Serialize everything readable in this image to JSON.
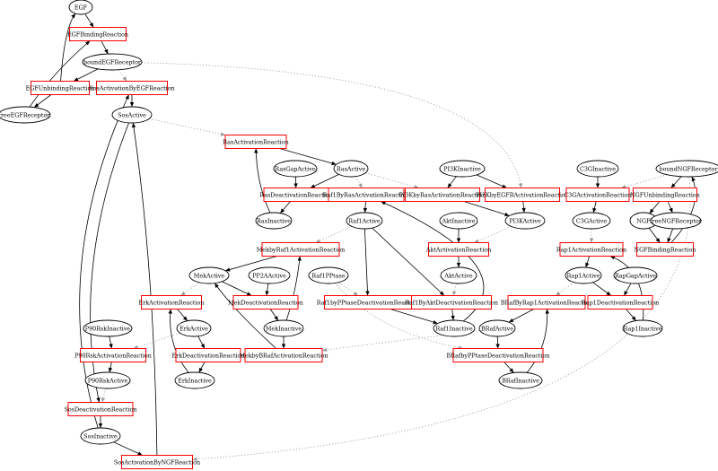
{
  "colors": {
    "species_border": "#000000",
    "reaction_border": "#ff0000",
    "dotted_edge": "#999999"
  },
  "species": {
    "EGF": "EGF",
    "boundEGFReceptor": "boundEGFReceptor",
    "freeEGFReceptor": "freeEGFReceptor",
    "SosActive": "SosActive",
    "RasGapActive": "RasGapActive",
    "RasActive": "RasActive",
    "RasInactive": "RasInactive",
    "PI3KInactive": "PI3KInactive",
    "PI3KActive": "PI3KActive",
    "Raf1Active": "Raf1Active",
    "AktInactive": "AktInactive",
    "AktActive": "AktActive",
    "C3GInactive": "C3GInactive",
    "C3GActive": "C3GActive",
    "boundNGFReceptor": "boundNGFReceptor",
    "NGF": "NGF",
    "freeNGFReceptor": "freeNGFReceptor",
    "MekActive": "MekActive",
    "PP2AActive": "PP2AActive",
    "Raf1PPtase": "Raf1PPtase",
    "Rap1Active": "Rap1Active",
    "RapGapActive": "RapGapActive",
    "ErkActive": "ErkActive",
    "MekInactive": "MekInactive",
    "Raf1Inactive": "Raf1Inactive",
    "BRafActive": "BRafActive",
    "Rap1Inactive": "Rap1Inactive",
    "P90RskInactive": "P90RskInactive",
    "P90RskActive": "P90RskActive",
    "ErkInactive": "ErkInactive",
    "BRafInactive": "BRafInactive",
    "SosInactive": "SosInactive"
  },
  "reactions": {
    "EGFBindingReaction": "EGFBindingReaction",
    "EGFUnbindingReaction": "EGFUnbindingReaction",
    "SosActivationByEGFReaction": "SosActivationByEGFReaction",
    "RasActivationReaction": "RasActivationReaction",
    "RasDeactivationReaction": "RasDeactivationReaction",
    "Raf1ByRasActivationReaction": "Raf1ByRasActivationReaction",
    "PI3KbyRasActivationReaction": "PI3KbyRasActivationReaction",
    "PI3KbyEGFRActivationReaction": "PI3KbyEGFRActivationReaction",
    "C3GActivationReaction": "C3GActivationReaction",
    "NGFUnbindingReaction": "NGFUnbindingReaction",
    "MekbyRaf1ActivationReaction": "MekbyRaf1ActivationReaction",
    "AktActivationReaction": "AktActivationReaction",
    "Rap1ActivationReaction": "Rap1ActivationReaction",
    "NGFBindingReaction": "NGFBindingReaction",
    "ErkActivationReaction": "ErkActivationReaction",
    "MekDeactivationReaction": "MekDeactivationReaction",
    "Raf1byPPtaseDeactivationReaction": "Raf1byPPtaseDeactivationReaction",
    "Raf1ByAktDeactivationReaction": "Raf1ByAktDeactivationReaction",
    "BRafByRap1ActivationReaction": "BRafByRap1ActivationReaction",
    "Rap1DeactivationReaction": "Rap1DeactivationReaction",
    "P90RskActivationReaction": "P90RskActivationReaction",
    "ErkDeactivationReaction": "ErkDeactivationReaction",
    "MekbyBRafActivationReaction": "MekbyBRafActivationReaction",
    "BRafbyPPtaseDeactivationReaction": "BRafbyPPtaseDeactivationReaction",
    "SosDeactivationReaction": "SosDeactivationReaction",
    "SosActivationByNGFReaction": "SosActivationByNGFReaction"
  }
}
